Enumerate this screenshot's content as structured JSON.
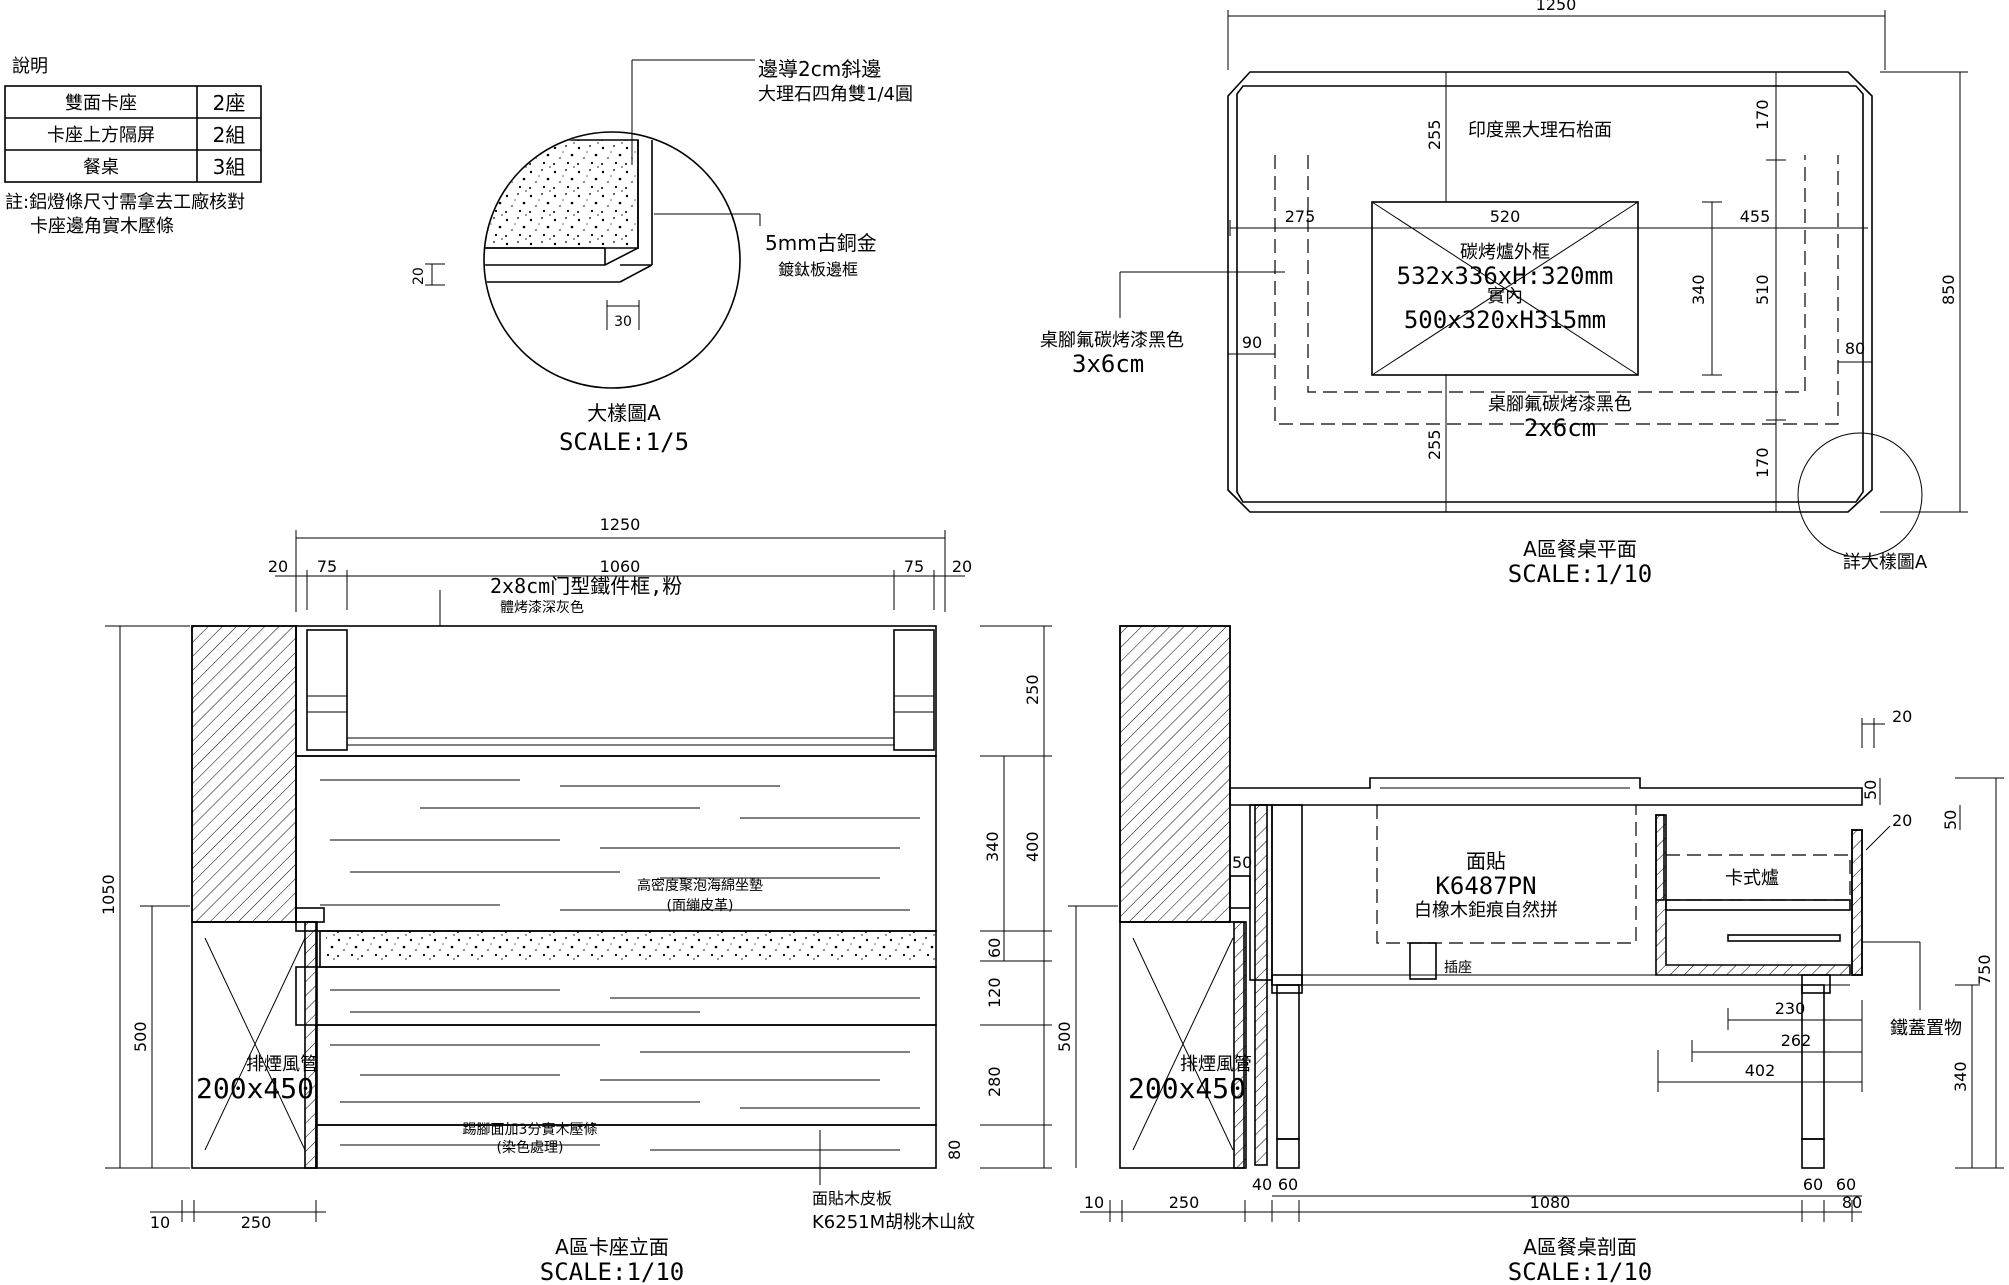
{
  "legend": {
    "title": "說明",
    "rows": [
      {
        "item": "雙面卡座",
        "qty": "2座"
      },
      {
        "item": "卡座上方隔屏",
        "qty": "2組"
      },
      {
        "item": "餐桌",
        "qty": "3組"
      }
    ],
    "note_line1": "註:鋁燈條尺寸需拿去工廠核對",
    "note_line2": "卡座邊角實木壓條"
  },
  "detail_a": {
    "label_edge_line1": "邊導2cm斜邊",
    "label_edge_line2": "大理石四角雙1/4圓",
    "label_frame_line1": "5mm古銅金",
    "label_frame_line2": "鍍鈦板邊框",
    "dim_20": "20",
    "dim_30": "30",
    "title": "大樣圖A",
    "scale": "SCALE:1/5"
  },
  "plan": {
    "dim_1250": "1250",
    "dim_850": "850",
    "dim_170_top": "170",
    "dim_170_bottom": "170",
    "dim_255_top": "255",
    "dim_255_bottom": "255",
    "dim_275": "275",
    "dim_520": "520",
    "dim_455": "455",
    "dim_340": "340",
    "dim_510": "510",
    "dim_90": "90",
    "dim_80": "80",
    "label_top": "印度黑大理石枱面",
    "label_grill_outer": "碳烤爐外框",
    "label_grill_outer_size": "532x336xH:320mm",
    "label_grill_inner": "實內",
    "label_grill_inner_size": "500x320xH315mm",
    "label_leg_left_line1": "桌腳氟碳烤漆黑色",
    "label_leg_left_line2": "3x6cm",
    "label_leg_right_line1": "桌腳氟碳烤漆黑色",
    "label_leg_right_line2": "2x6cm",
    "label_detail_ref": "詳大樣圖A",
    "title": "A區餐桌平面",
    "scale": "SCALE:1/10"
  },
  "elevation": {
    "dim_1250": "1250",
    "dim_20_left": "20",
    "dim_75_left": "75",
    "dim_1060": "1060",
    "dim_75_right": "75",
    "dim_20_right": "20",
    "dim_1050": "1050",
    "dim_500": "500",
    "dim_250_right": "250",
    "dim_340": "340",
    "dim_400": "400",
    "dim_60": "60",
    "dim_120": "120",
    "dim_280": "280",
    "dim_80": "80",
    "dim_10": "10",
    "dim_250_bottom": "250",
    "label_frame_line1": "2x8cm门型鐵件框,粉",
    "label_frame_line2": "體烤漆深灰色",
    "label_cushion_line1": "高密度聚泡海綿坐墊",
    "label_cushion_line2": "(面繃皮革)",
    "label_base_line1": "踢腳面加3分實木壓條",
    "label_base_line2": "(染色處理)",
    "label_duct_line1": "排煙風管",
    "label_duct_line2": "200x450",
    "label_veneer_line1": "面貼木皮板",
    "label_veneer_line2": "K6251M胡桃木山紋",
    "title": "A區卡座立面",
    "scale": "SCALE:1/10"
  },
  "section": {
    "dim_20_top": "20",
    "dim_50_top": "50",
    "dim_20_side": "20",
    "dim_50_side": "50",
    "dim_50_left": "50",
    "dim_750": "750",
    "dim_340": "340",
    "dim_500": "500",
    "dim_230": "230",
    "dim_262": "262",
    "dim_402": "402",
    "dim_10": "10",
    "dim_250": "250",
    "dim_40": "40",
    "dim_60_left": "60",
    "dim_1080": "1080",
    "dim_60_r1": "60",
    "dim_60_r2": "60",
    "dim_80": "80",
    "label_face_line1": "面貼",
    "label_face_line2": "K6487PN",
    "label_face_line3": "白橡木鉅痕自然拼",
    "label_socket": "插座",
    "label_stove": "卡式爐",
    "label_lid": "鐵蓋置物",
    "label_duct_line1": "排煙風管",
    "label_duct_line2": "200x450",
    "title": "A區餐桌剖面",
    "scale": "SCALE:1/10"
  }
}
